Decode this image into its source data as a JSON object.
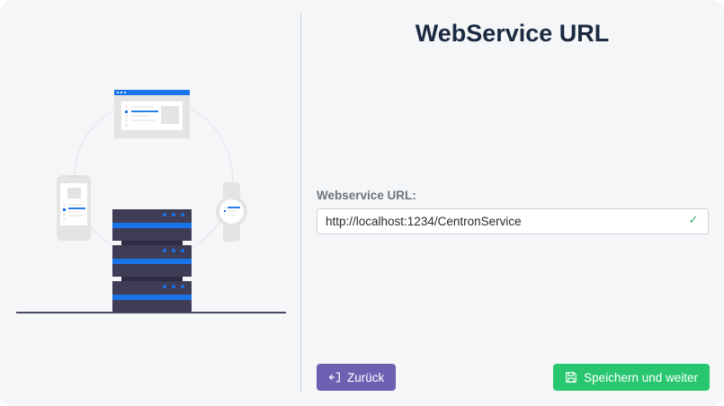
{
  "page": {
    "title": "WebService URL",
    "background_color": "#f4f6f8",
    "title_color": "#1b2a41"
  },
  "illustration": {
    "name": "devices-connected-to-server",
    "devices": [
      "browser-window",
      "smartphone",
      "smartwatch",
      "server-rack"
    ],
    "accent_color": "#1a73e8",
    "server_color": "#3f3d56",
    "device_color": "#e4e4e4"
  },
  "form": {
    "field": {
      "label": "Webservice URL:",
      "value": "http://localhost:1234/CentronService",
      "placeholder": "http://localhost:1234/CentronService",
      "validation_icon": "check-icon",
      "validation_color": "#27ae60",
      "valid": true
    }
  },
  "buttons": {
    "back": {
      "label": "Zurück",
      "icon": "sign-in-icon",
      "color": "#6f5fb3"
    },
    "save": {
      "label": "Speichern und weiter",
      "icon": "save-floppy-icon",
      "color": "#28c76f"
    }
  }
}
